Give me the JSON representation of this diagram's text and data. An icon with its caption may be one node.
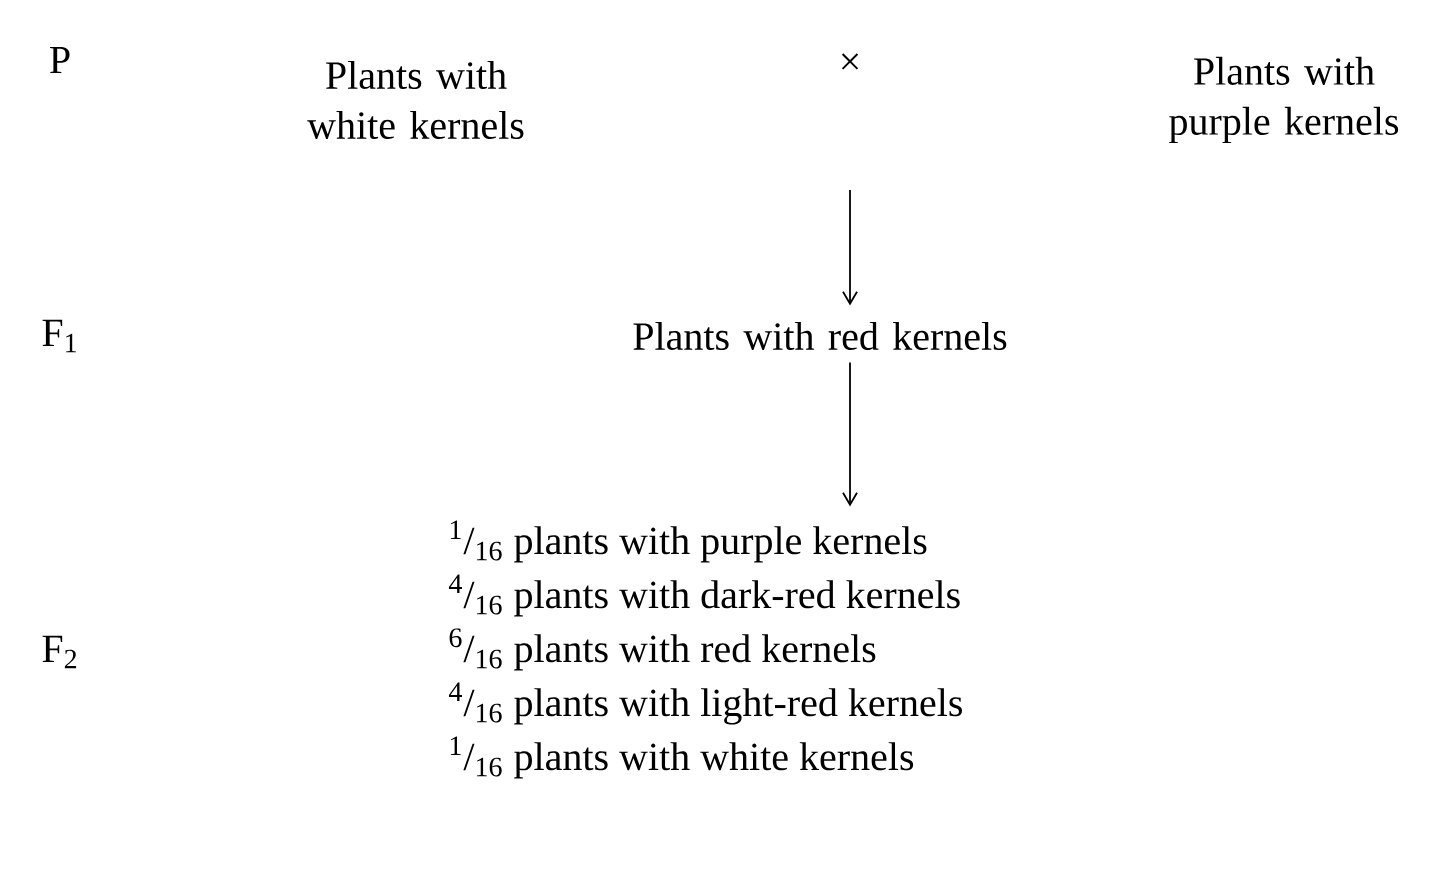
{
  "diagram": {
    "nodes": [
      {
        "text": [
          "Plants with white kernels"
        ]
      },
      {
        "text": [
          "Plants with purple kernels"
        ]
      },
      {
        "text": [
          "Plants with red kernels"
        ]
      },
      {
        "text": [
          "$^{1}$/$_{16}$ plants with purple kernels",
          "$^{4}$/$_{16}$ plants with dark-red kernels",
          "$^{6}$/$_{16}$ plants with red kernels",
          "$^{4}$/$_{16}$ plants with light-red kernels",
          "$^{1}$/$_{16}$ plants with white kernels"
        ]
      }
    ],
    "edges": [
      {
        "from": null,
        "to": 2,
        "arrow": "to"
      },
      {
        "from": 2,
        "to": 3,
        "arrow": "to"
      }
    ],
    "labels": [
      "P",
      "×",
      "F$_{1}$",
      "F$_{2}$"
    ]
  }
}
